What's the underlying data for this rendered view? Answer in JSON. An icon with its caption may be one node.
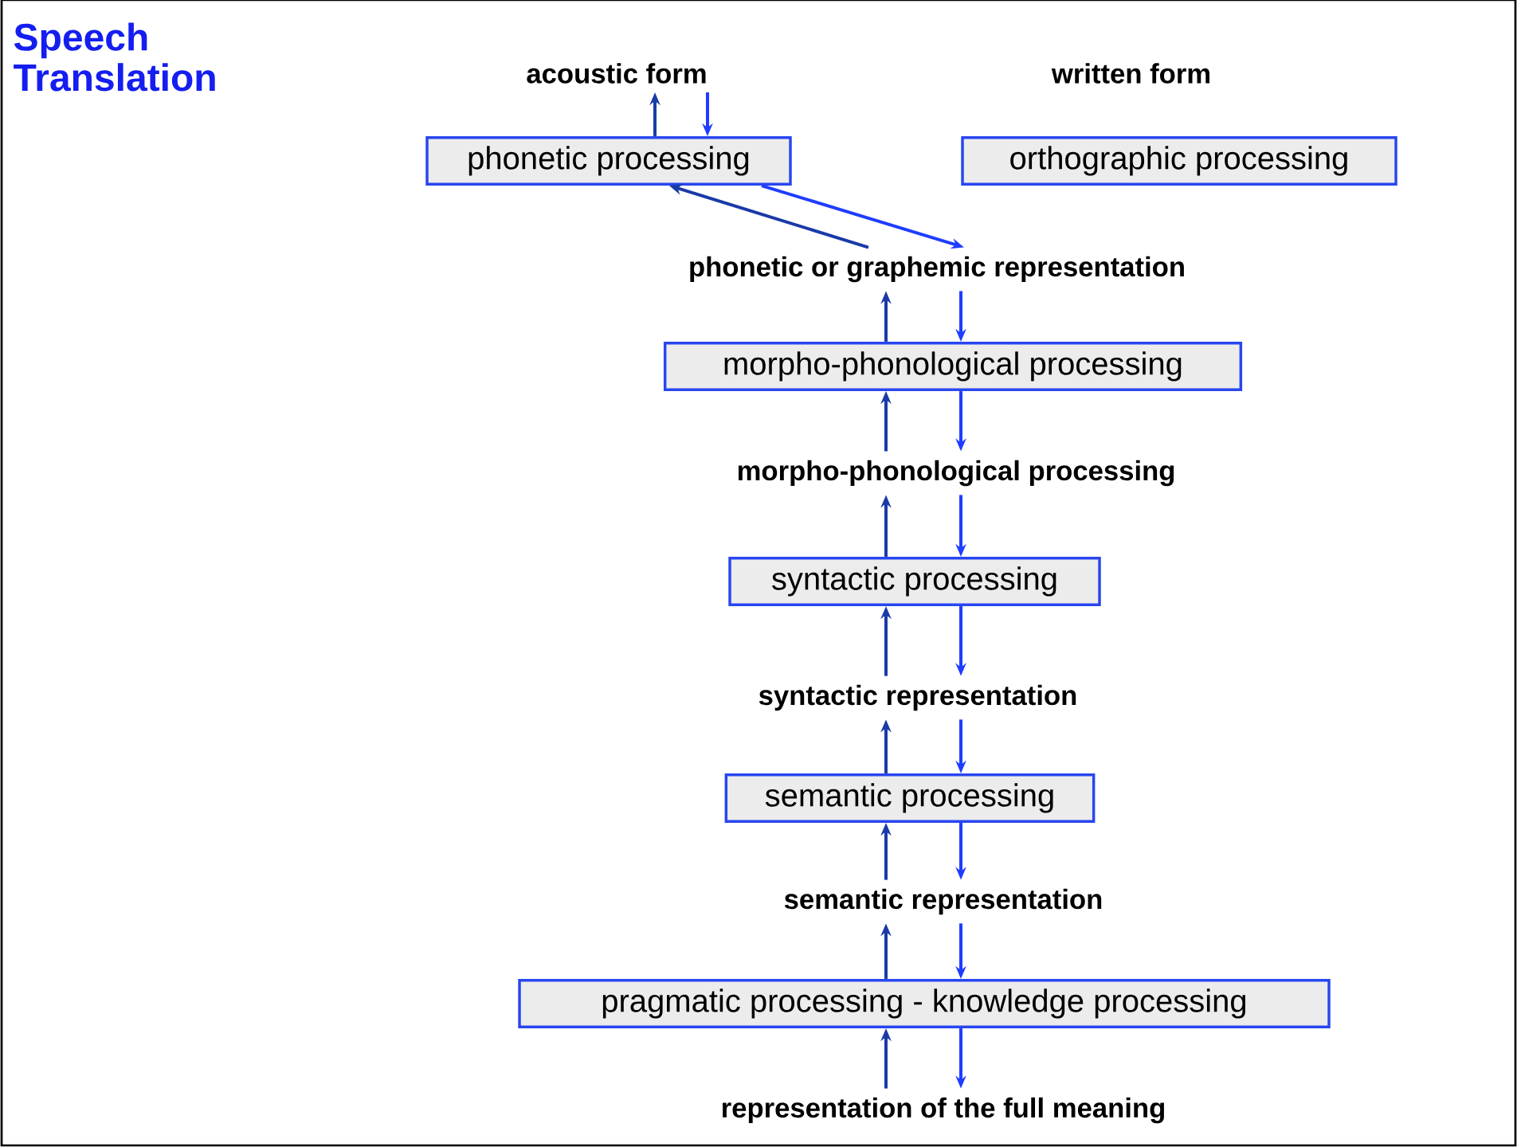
{
  "diagram": {
    "title": "Speech Translation",
    "nodes": [
      {
        "text": [
          "acoustic form"
        ]
      },
      {
        "text": [
          "phonetic processing"
        ]
      },
      {
        "text": [
          "orthographic processing"
        ]
      },
      {
        "text": [
          "phonetic or graphemic representation"
        ]
      },
      {
        "text": [
          "morpho-phonological processing"
        ]
      },
      {
        "text": [
          "morpho-phonological processing"
        ]
      },
      {
        "text": [
          "syntactic processing"
        ]
      },
      {
        "text": [
          "syntactic representation"
        ]
      },
      {
        "text": [
          "semantic processing"
        ]
      },
      {
        "text": [
          "semantic representation"
        ]
      },
      {
        "text": [
          "pragmatic processing - knowledge processing"
        ]
      },
      {
        "text": [
          "representation of the full meaning"
        ]
      }
    ],
    "edges": [
      {
        "from": 1,
        "to": 0,
        "arrow": "to",
        "color": "#1a3aa8"
      },
      {
        "from": 0,
        "to": 1,
        "arrow": "to",
        "color": "#1f3dff"
      },
      {
        "from": 3,
        "to": 1,
        "arrow": "to",
        "color": "#1a3aa8"
      },
      {
        "from": 1,
        "to": 3,
        "arrow": "to",
        "color": "#1f3dff"
      },
      {
        "from": 4,
        "to": 3,
        "arrow": "to",
        "color": "#1a3aa8"
      },
      {
        "from": 3,
        "to": 4,
        "arrow": "to",
        "color": "#1f3dff"
      },
      {
        "from": 5,
        "to": 4,
        "arrow": "to",
        "color": "#1a3aa8"
      },
      {
        "from": 4,
        "to": 5,
        "arrow": "to",
        "color": "#1f3dff"
      },
      {
        "from": 6,
        "to": 5,
        "arrow": "to",
        "color": "#1a3aa8"
      },
      {
        "from": 5,
        "to": 6,
        "arrow": "to",
        "color": "#1f3dff"
      },
      {
        "from": 7,
        "to": 6,
        "arrow": "to",
        "color": "#1a3aa8"
      },
      {
        "from": 6,
        "to": 7,
        "arrow": "to",
        "color": "#1f3dff"
      },
      {
        "from": 8,
        "to": 7,
        "arrow": "to",
        "color": "#1a3aa8"
      },
      {
        "from": 7,
        "to": 8,
        "arrow": "to",
        "color": "#1f3dff"
      },
      {
        "from": 9,
        "to": 8,
        "arrow": "to",
        "color": "#1a3aa8"
      },
      {
        "from": 8,
        "to": 9,
        "arrow": "to",
        "color": "#1f3dff"
      },
      {
        "from": 10,
        "to": 9,
        "arrow": "to",
        "color": "#1a3aa8"
      },
      {
        "from": 9,
        "to": 10,
        "arrow": "to",
        "color": "#1f3dff"
      },
      {
        "from": 11,
        "to": 10,
        "arrow": "to",
        "color": "#1a3aa8"
      },
      {
        "from": 10,
        "to": 11,
        "arrow": "to",
        "color": "#1f3dff"
      }
    ],
    "labels": [
      "written form"
    ]
  }
}
